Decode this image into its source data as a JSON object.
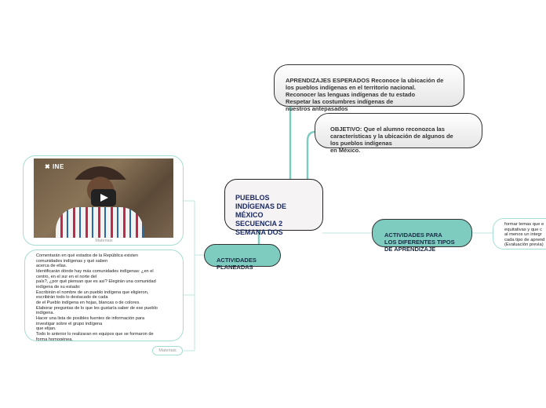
{
  "colors": {
    "connector": "#7ecbc0",
    "teal_fill": "#7ecbc0",
    "center_text": "#1b2a66",
    "video_play": "#222222"
  },
  "center": {
    "title": "PUEBLOS\nINDÍGENAS DE\nMÉXICO\nSECUENCIA 2\nSEMANA DOS"
  },
  "aprendizajes": {
    "text": "APRENDIZAJES ESPERADOS Reconoce la ubicación de\nlos pueblos indígenas en el territorio nacional.\nReconocer las lenguas indígenas de tu estado\nRespetar las costumbres indígenas de\nnuestros antepasados"
  },
  "objetivo": {
    "text": "OBJETIVO: Que el alumno reconozca las\ncaracterísticas y la ubicación de algunos de\nlos pueblos indígenas\nen México."
  },
  "actividades_tipos": {
    "label": "ACTIVIDADES PARA\nLOS DIFERENTES TIPOS\nDE APRENDIZAJE"
  },
  "right_card": {
    "text": "formar temas que e\nequitativas y que c\nal menos un integr\ncada tipo de aprend\n(Evaluación previa)"
  },
  "actividades_planeadas": {
    "label": "ACTIVIDADES\nPLANEADAS"
  },
  "video_card": {
    "logo": "INE",
    "play_icon": "play-icon",
    "caption": "Materiais"
  },
  "text_card": {
    "text": "Comentarán en qué estados de la República existen\ncomunidades indígenas y qué saben\nacerca de ellas.\nIdentificarán dónde hay más comunidades indígenas: ¿en el\ncentro, en el sur en el norte del\npaís?, ¿por qué piensan que es así? Elegirán una comunidad\nindígena de su estado:\nEscribirán el nombre de un pueblo indígena que eligieron,\nescribirán todo lo destacado de cada\nde el Pueblo indígena en hojas, blancas o de colores.\nElaborar preguntas de lo que les gustaría saber de ese pueblo\nindígena.\nHacer una lista de posibles fuentes de información para\ninvestigar sobre el grupo indígena\nque elijan.\nTodo lo anterior lo realizaran en equipos que se formaron de\nforma homogénea."
  },
  "materials_tag": {
    "label": "Materiais"
  }
}
